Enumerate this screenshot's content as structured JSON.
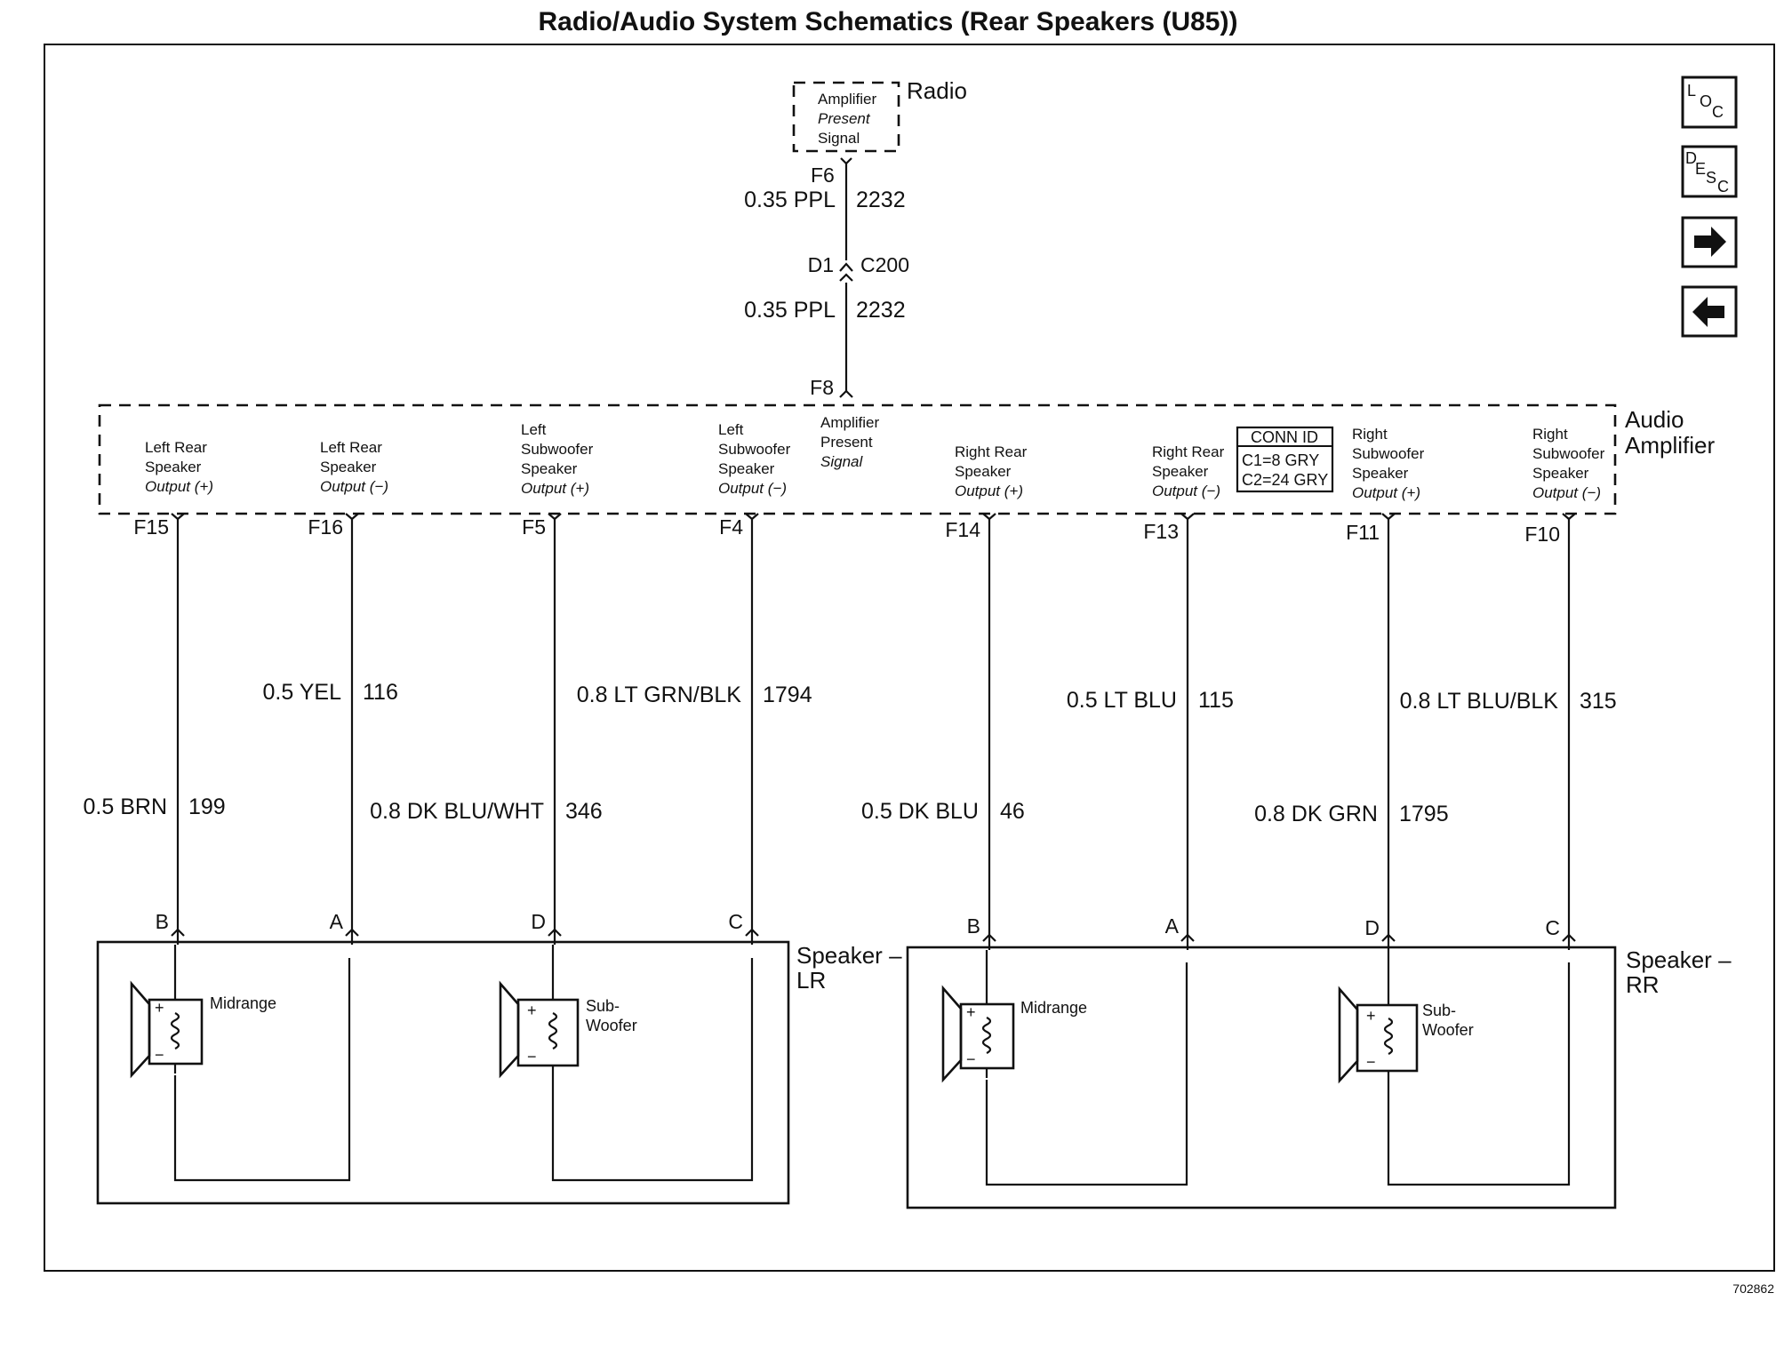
{
  "title": "Radio/Audio System Schematics (Rear Speakers (U85))",
  "radio": {
    "name": "Radio",
    "signal_lines": [
      "Amplifier",
      "Present",
      "Signal"
    ],
    "pin": "F6"
  },
  "radio_wire": {
    "gauge_color": "0.35 PPL",
    "circuit": "2232"
  },
  "inline_connector": {
    "pin": "D1",
    "name": "C200"
  },
  "amp_wire": {
    "gauge_color": "0.35 PPL",
    "circuit": "2232"
  },
  "amplifier": {
    "name_line1": "Audio",
    "name_line2": "Amplifier",
    "present_pin": "F8",
    "present_signal_lines": [
      "Amplifier",
      "Present",
      "Signal"
    ],
    "conn_id": {
      "header": "CONN ID",
      "c1": "C1=8 GRY",
      "c2": "C2=24 GRY"
    },
    "outputs": [
      {
        "lines": [
          "Left Rear",
          "Speaker",
          "Output (+)"
        ],
        "pin": "F15",
        "wire": "0.5 BRN",
        "circuit": "199",
        "spk_pin": "B"
      },
      {
        "lines": [
          "Left Rear",
          "Speaker",
          "Output (−)"
        ],
        "pin": "F16",
        "wire": "0.5 YEL",
        "circuit": "116",
        "spk_pin": "A"
      },
      {
        "lines": [
          "Left",
          "Subwoofer",
          "Speaker",
          "Output (+)"
        ],
        "pin": "F5",
        "wire": "0.8 DK BLU/WHT",
        "circuit": "346",
        "spk_pin": "D"
      },
      {
        "lines": [
          "Left",
          "Subwoofer",
          "Speaker",
          "Output (−)"
        ],
        "pin": "F4",
        "wire": "0.8 LT GRN/BLK",
        "circuit": "1794",
        "spk_pin": "C"
      },
      {
        "lines": [
          "Right Rear",
          "Speaker",
          "Output (+)"
        ],
        "pin": "F14",
        "wire": "0.5 DK BLU",
        "circuit": "46",
        "spk_pin": "B"
      },
      {
        "lines": [
          "Right Rear",
          "Speaker",
          "Output (−)"
        ],
        "pin": "F13",
        "wire": "0.5 LT BLU",
        "circuit": "115",
        "spk_pin": "A"
      },
      {
        "lines": [
          "Right",
          "Subwoofer",
          "Speaker",
          "Output (+)"
        ],
        "pin": "F11",
        "wire": "0.8 DK GRN",
        "circuit": "1795",
        "spk_pin": "D"
      },
      {
        "lines": [
          "Right",
          "Subwoofer",
          "Speaker",
          "Output (−)"
        ],
        "pin": "F10",
        "wire": "0.8 LT BLU/BLK",
        "circuit": "315",
        "spk_pin": "C"
      }
    ]
  },
  "speakers": [
    {
      "name_line1": "Speaker –",
      "name_line2": "LR",
      "midrange": "Midrange",
      "sub_line1": "Sub-",
      "sub_line2": "Woofer"
    },
    {
      "name_line1": "Speaker –",
      "name_line2": "RR",
      "midrange": "Midrange",
      "sub_line1": "Sub-",
      "sub_line2": "Woofer"
    }
  ],
  "nav": {
    "loc": [
      "L",
      "O",
      "C"
    ],
    "desc": [
      "D",
      "E",
      "S",
      "C"
    ],
    "forward_icon": "arrow-right-icon",
    "back_icon": "arrow-left-icon"
  },
  "figure_number": "702862"
}
